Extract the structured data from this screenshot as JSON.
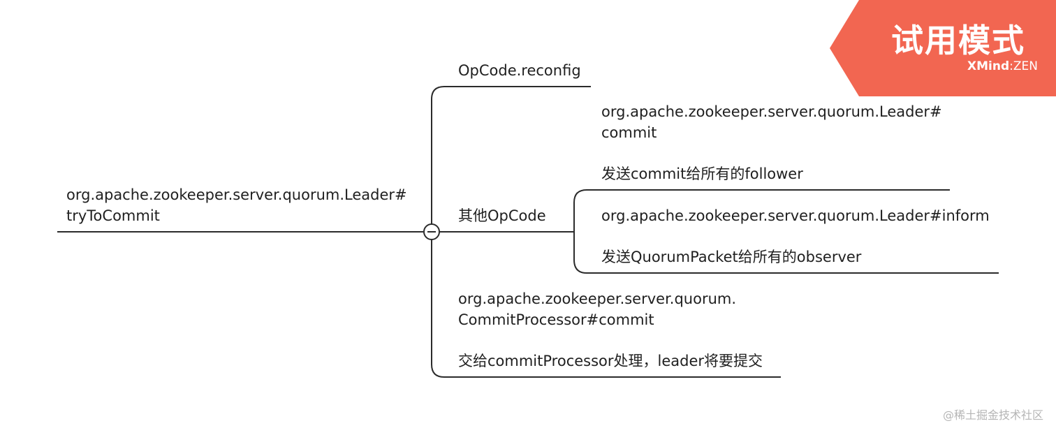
{
  "diagram": {
    "root": {
      "line1": "org.apache.zookeeper.server.quorum.Leader#",
      "line2": "tryToCommit"
    },
    "branches": {
      "reconfig": "OpCode.reconfig",
      "other": "其他OpCode",
      "other_children": {
        "commit_line1": "org.apache.zookeeper.server.quorum.Leader#",
        "commit_line2": "commit",
        "send_commit": "发送commit给所有的follower",
        "inform": "org.apache.zookeeper.server.quorum.Leader#inform",
        "send_quorum": "发送QuorumPacket给所有的observer"
      },
      "processor_line1": "org.apache.zookeeper.server.quorum.",
      "processor_line2": "CommitProcessor#commit",
      "processor_desc": "交给commitProcessor处理，leader将要提交"
    },
    "collapse_icon": "minus-circle-icon"
  },
  "trial_badge": {
    "title": "试用模式",
    "brand_bold": "XMind",
    "brand_sep": ":",
    "brand_rest": "ZEN",
    "color": "#f26651"
  },
  "watermark": "@稀土掘金技术社区",
  "colors": {
    "line": "#2b2b2b",
    "text": "#1f1f1f"
  }
}
